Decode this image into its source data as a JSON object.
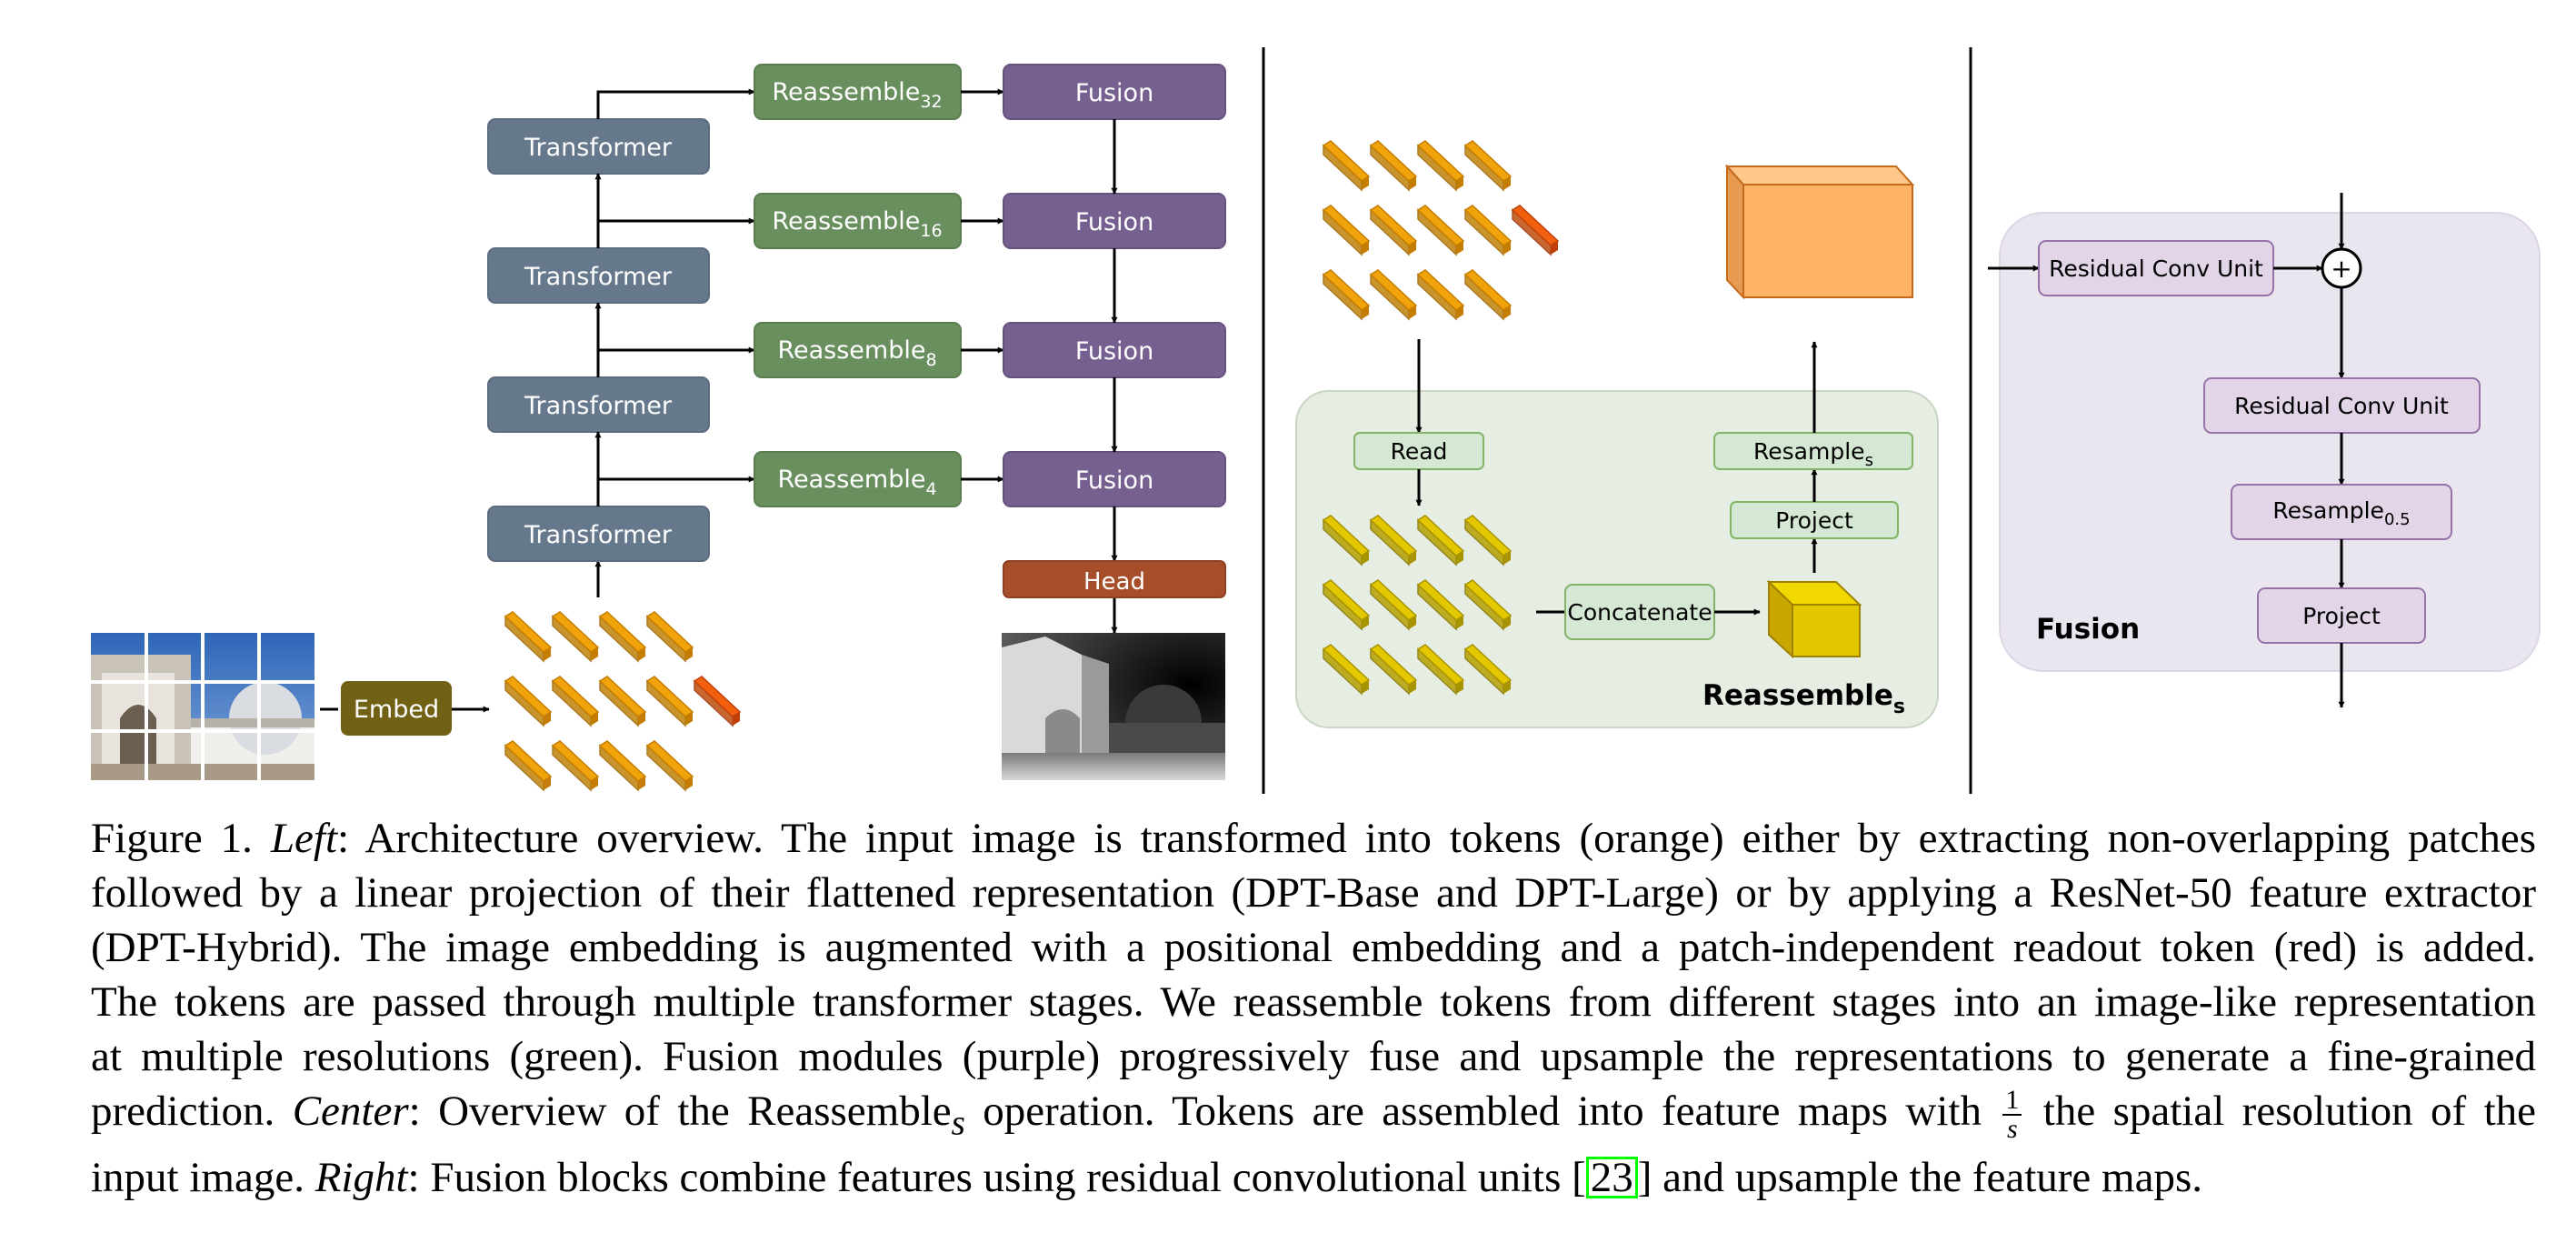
{
  "left_panel": {
    "transformer_label": "Transformer",
    "embed_label": "Embed",
    "head_label": "Head",
    "fusion_label": "Fusion",
    "reassemble_base": "Reassemble",
    "reassemble_subs": [
      "32",
      "16",
      "8",
      "4"
    ]
  },
  "center_panel": {
    "read_label": "Read",
    "concatenate_label": "Concatenate",
    "project_label": "Project",
    "resample_label": "Resample",
    "resample_sub": "s",
    "title_base": "Reassemble",
    "title_sub": "s"
  },
  "right_panel": {
    "rcu_label": "Residual Conv Unit",
    "plus_symbol": "+",
    "resample_label": "Resample",
    "resample_sub": "0.5",
    "project_label": "Project",
    "title": "Fusion"
  },
  "caption": {
    "l1_a": "Figure 1. ",
    "l1_left": "Left",
    "l1_b": ": Architecture overview. The input image is transformed into tokens (orange) either by extracting non-overlapping patches",
    "l2": "followed by a linear projection of their flattened representation (DPT-Base and DPT-Large) or by applying a ResNet-50 feature extractor",
    "l3": "(DPT-Hybrid). The image embedding is augmented with a positional embedding and a patch-independent readout token (red) is added.",
    "l4": "The tokens are passed through multiple transformer stages. We reassemble tokens from different stages into an image-like representation",
    "l5": "at multiple resolutions (green). Fusion modules (purple) progressively fuse and upsample the representations to generate a fine-grained",
    "l6_a": "prediction. ",
    "l6_center": "Center",
    "l6_b": ": Overview of the Reassemble",
    "l6_sub": "s",
    "l6_c": " operation. Tokens are assembled into feature maps with ",
    "l6_frac_num": "1",
    "l6_frac_den": "s",
    "l6_d": " the spatial resolution of the",
    "l7_a": "input image. ",
    "l7_right": "Right",
    "l7_b": ": Fusion blocks combine features using residual convolutional units [",
    "l7_cite": "23",
    "l7_c": "] and upsample the feature maps."
  },
  "colors": {
    "transformer": "#65788c",
    "reassemble": "#6a8f5f",
    "fusion": "#76608f",
    "head": "#a64d2a",
    "embed": "#706115",
    "token_orange": "#f0a30a",
    "token_red": "#f0600f",
    "token_yellow": "#e3c800",
    "feature_box": "#ffb366",
    "green_light_box": "#d5e8d4",
    "green_panel": "#e6ede3",
    "purple_light_box": "#e1d5e7",
    "purple_panel": "#eae6f0"
  }
}
